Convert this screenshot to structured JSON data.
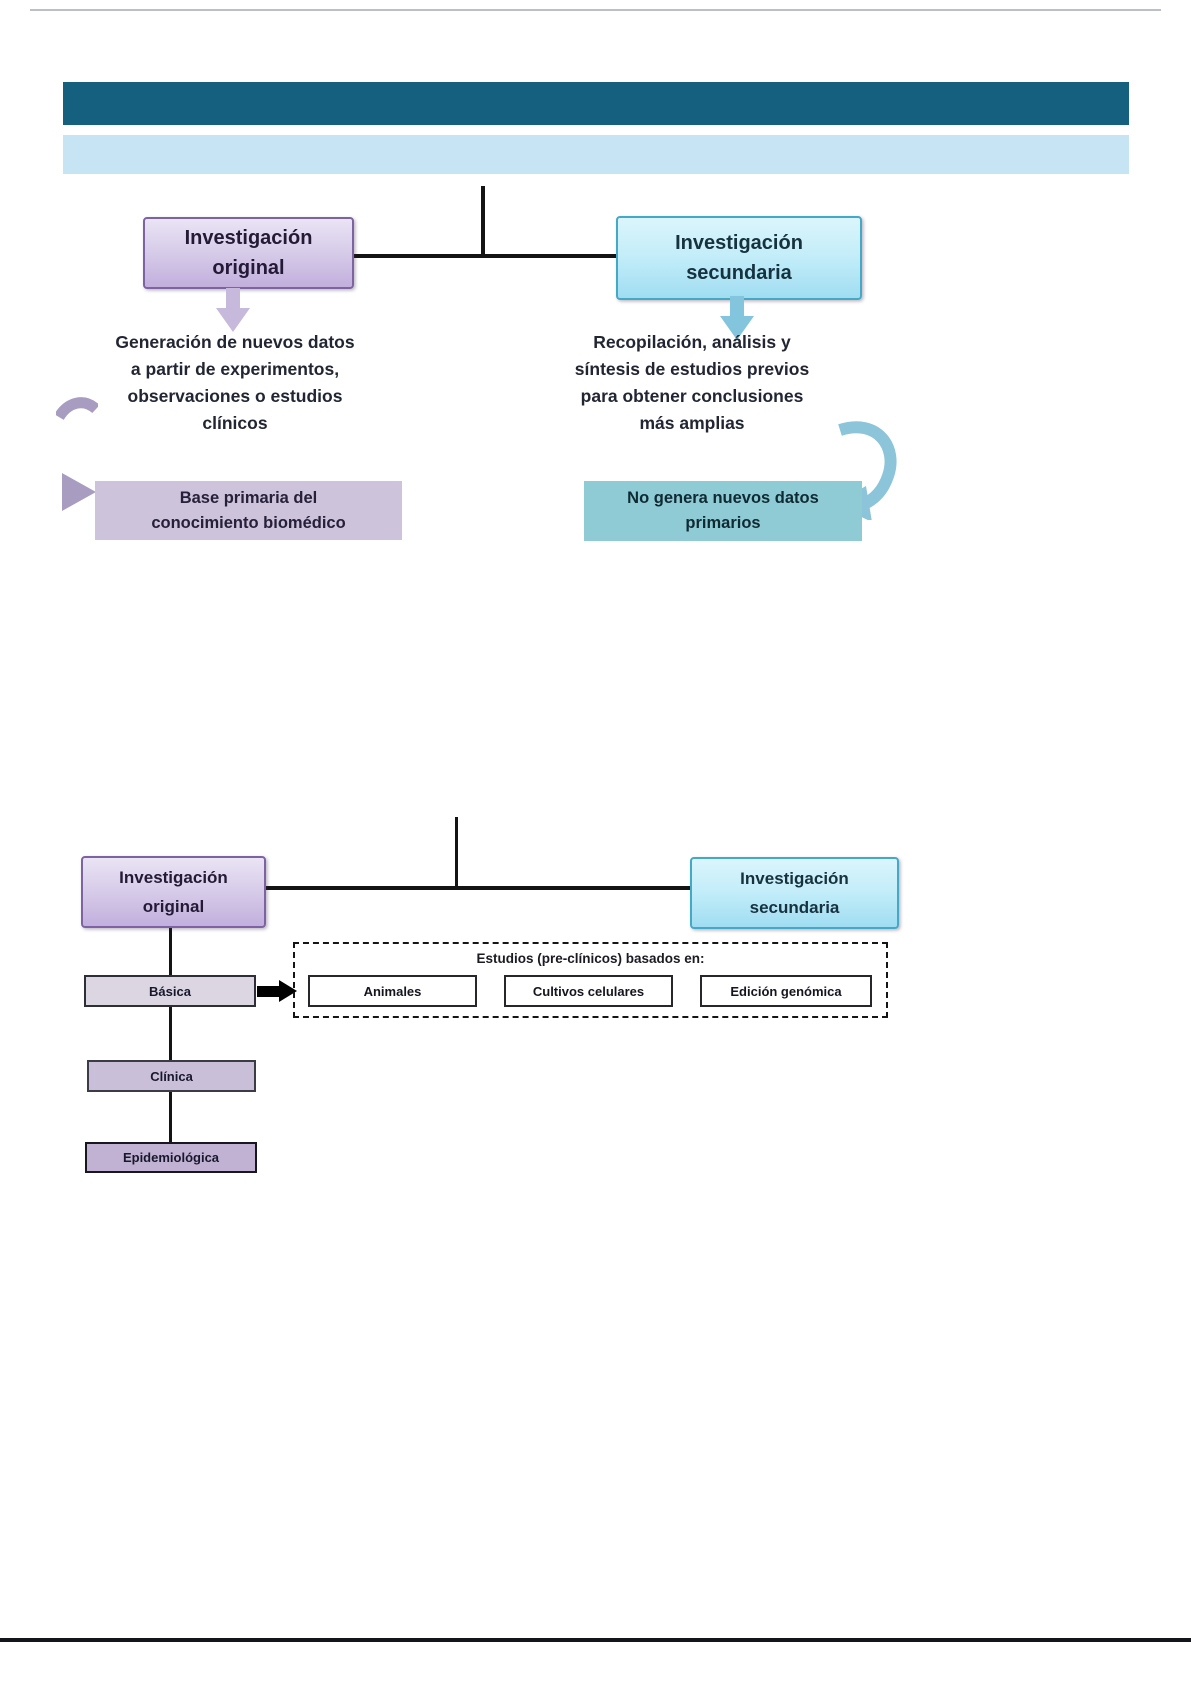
{
  "colors": {
    "header_bar_dark": "#16607f",
    "header_bar_light": "#c6e4f3",
    "purple_box_border": "#7e63a3",
    "purple_box_fill": "#d7cce9",
    "cyan_box_border": "#44a8c7",
    "cyan_box_fill": "#c3edf9",
    "lavender_panel": "#cdc3da",
    "teal_panel": "#8ecbd5",
    "purple_arrow": "#c7b9dc",
    "cyan_arrow": "#82c5dd",
    "connector_line": "#141414"
  },
  "diagram1": {
    "original": {
      "title": [
        "Investigación",
        "original"
      ],
      "description": [
        "Generación de nuevos datos",
        "a partir de experimentos,",
        "observaciones o estudios",
        "clínicos"
      ],
      "note": [
        "Base primaria del",
        "conocimiento biomédico"
      ]
    },
    "secondary": {
      "title": [
        "Investigación",
        "secundaria"
      ],
      "description": [
        "Recopilación, análisis y",
        "síntesis de estudios previos",
        "para obtener conclusiones",
        "más amplias"
      ],
      "note": [
        "No genera nuevos datos",
        "primarios"
      ]
    }
  },
  "diagram2": {
    "original": {
      "title": [
        "Investigación",
        "original"
      ]
    },
    "secondary": {
      "title": [
        "Investigación",
        "secundaria"
      ]
    },
    "chain": [
      "Básica",
      "Clínica",
      "Epidemiológica"
    ],
    "preclinical": {
      "caption_prefix": "Estudios (",
      "caption_bold": "pre-clínicos",
      "caption_suffix": ") basados en:",
      "items": [
        "Animales",
        "Cultivos celulares",
        "Edición genómica"
      ]
    }
  }
}
